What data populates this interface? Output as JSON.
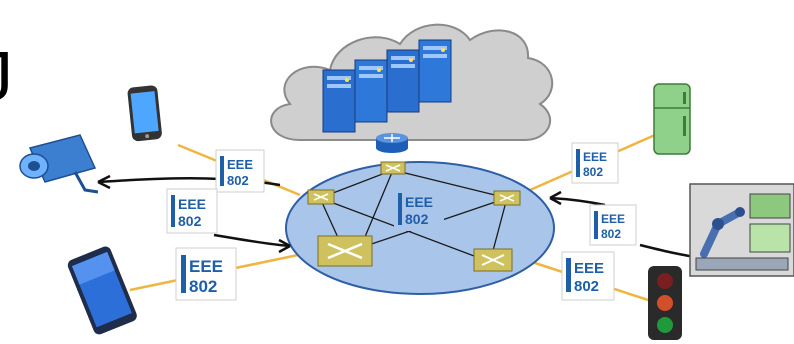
{
  "cut_glyph": "J",
  "ieee_badge": {
    "line1": "EEE",
    "line2": "802"
  },
  "badges": [
    {
      "id": "badge-phone-top"
    },
    {
      "id": "badge-camera"
    },
    {
      "id": "badge-tablet"
    },
    {
      "id": "badge-center"
    },
    {
      "id": "badge-fridge"
    },
    {
      "id": "badge-robot"
    },
    {
      "id": "badge-traffic-light"
    }
  ],
  "devices": [
    "phone-icon",
    "camera-icon",
    "tablet-icon",
    "fridge-icon",
    "robot-arm-icon",
    "traffic-light-icon"
  ],
  "colors": {
    "cloud_fill": "#cfcfcf",
    "network_fill": "#a9c6ea",
    "network_stroke": "#2e5fa6",
    "switch_fill": "#cfc25e",
    "server_fill": "#2a6fd0",
    "link_orange": "#f0b540",
    "badge_text": "#1f5fa8"
  }
}
